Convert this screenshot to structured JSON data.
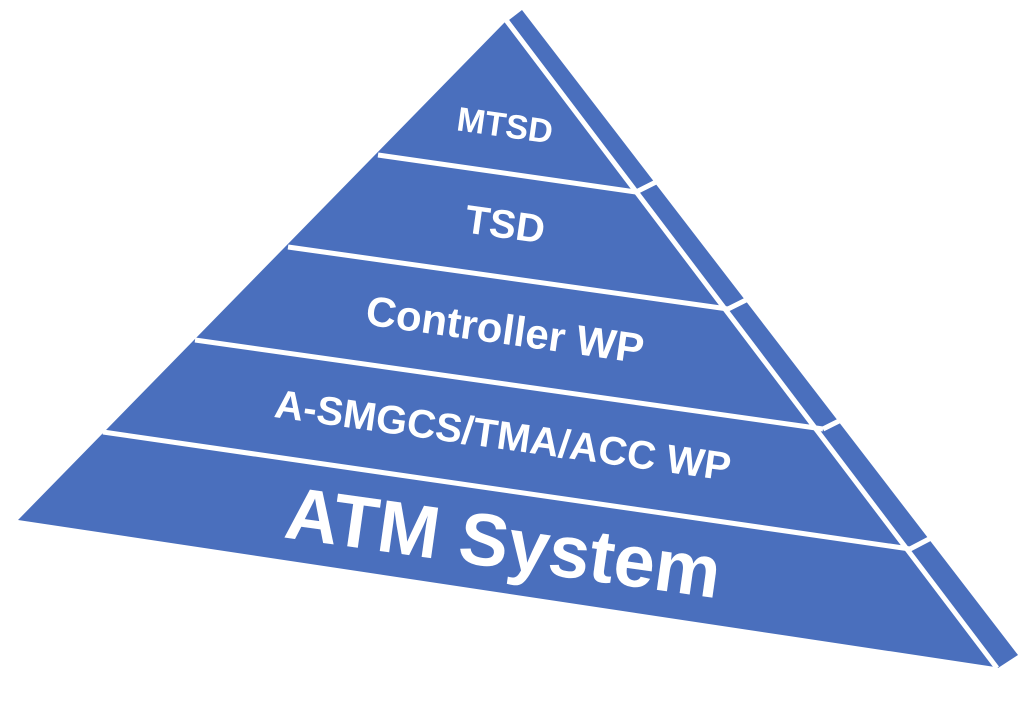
{
  "diagram": {
    "type": "pyramid",
    "fill_color": "#4a6fbd",
    "divider_color": "#ffffff",
    "levels": [
      {
        "label": "MTSD"
      },
      {
        "label": "TSD"
      },
      {
        "label": "Controller WP"
      },
      {
        "label": "A-SMGCS/TMA/ACC WP"
      },
      {
        "label": "ATM System"
      }
    ]
  }
}
